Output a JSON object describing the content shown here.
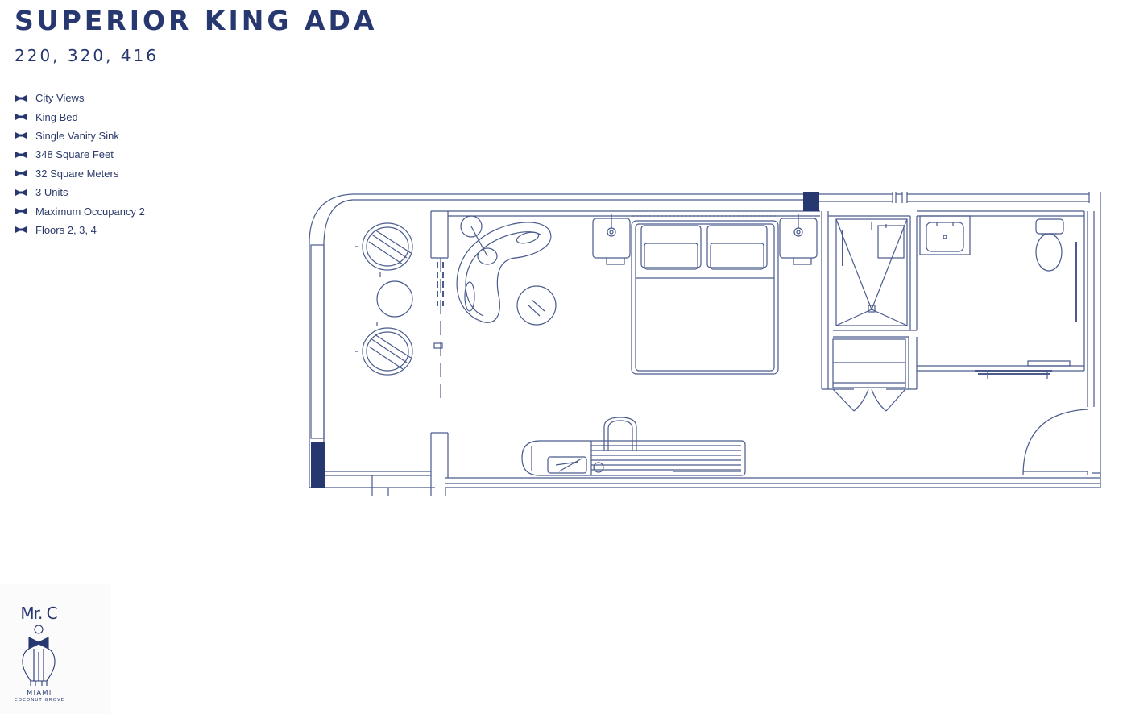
{
  "header": {
    "title": "SUPERIOR KING ADA",
    "room_numbers": "220, 320, 416"
  },
  "features": [
    {
      "label": "City Views",
      "icon": "bowtie-icon"
    },
    {
      "label": "King Bed",
      "icon": "bowtie-icon"
    },
    {
      "label": "Single Vanity Sink",
      "icon": "bowtie-icon"
    },
    {
      "label": "348 Square Feet",
      "icon": "bowtie-icon"
    },
    {
      "label": "32 Square Meters",
      "icon": "bowtie-icon"
    },
    {
      "label": "3 Units",
      "icon": "bowtie-icon"
    },
    {
      "label": "Maximum Occupancy 2",
      "icon": "bowtie-icon"
    },
    {
      "label": "Floors 2, 3, 4",
      "icon": "bowtie-icon"
    }
  ],
  "logo": {
    "name": "Mr. C",
    "city": "MIAMI",
    "area": "COCONUT GROVE"
  },
  "colors": {
    "ink": "#27376f",
    "line": "#4a5b8c",
    "background": "#ffffff"
  }
}
